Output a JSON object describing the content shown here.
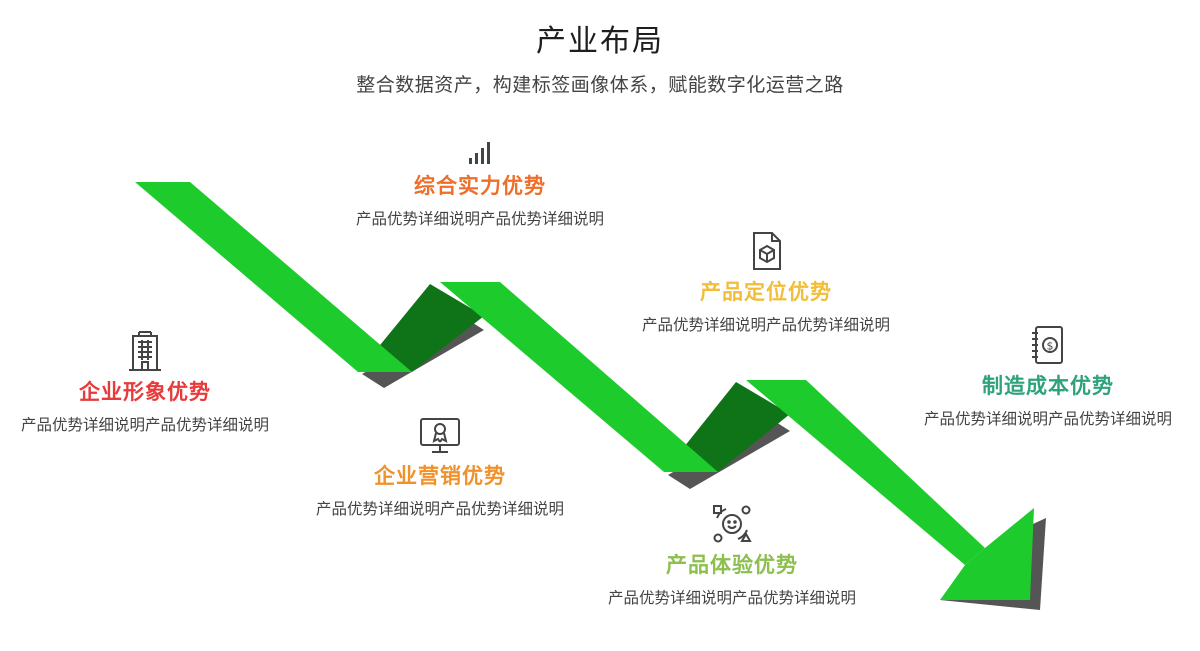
{
  "header": {
    "title": "产业布局",
    "subtitle": "整合数据资产，构建标签画像体系，赋能数字化运营之路"
  },
  "colors": {
    "arrow_light": "#1ecb2c",
    "arrow_dark": "#0f7318",
    "shadow": "#555555",
    "icon": "#444444"
  },
  "items": [
    {
      "heading": "企业形象优势",
      "desc": "产品优势详细说明产品优势详细说明",
      "color": "#e83a3a",
      "icon": "building-icon"
    },
    {
      "heading": "综合实力优势",
      "desc": "产品优势详细说明产品优势详细说明",
      "color": "#ee6e2a",
      "icon": "bar-chart-icon"
    },
    {
      "heading": "企业营销优势",
      "desc": "产品优势详细说明产品优势详细说明",
      "color": "#f0922b",
      "icon": "monitor-award-icon"
    },
    {
      "heading": "产品定位优势",
      "desc": "产品优势详细说明产品优势详细说明",
      "color": "#f2be3a",
      "icon": "document-box-icon"
    },
    {
      "heading": "产品体验优势",
      "desc": "产品优势详细说明产品优势详细说明",
      "color": "#8cbf4e",
      "icon": "smiley-cycle-icon"
    },
    {
      "heading": "制造成本优势",
      "desc": "产品优势详细说明产品优势详细说明",
      "color": "#2ea37a",
      "icon": "dollar-notebook-icon"
    }
  ]
}
